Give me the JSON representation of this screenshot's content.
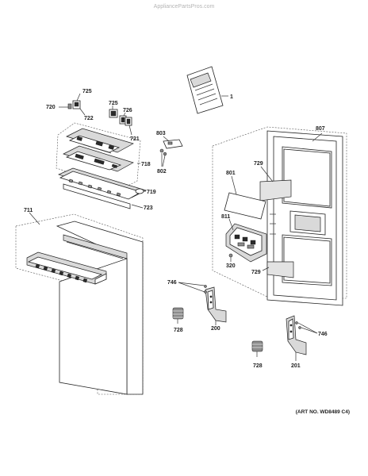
{
  "watermark": "AppliancePartsPros.com",
  "art_number": "(ART NO. WD8489 C4)",
  "callouts": [
    "1",
    "725",
    "720",
    "722",
    "725",
    "726",
    "721",
    "803",
    "807",
    "718",
    "802",
    "719",
    "723",
    "711",
    "801",
    "729",
    "811",
    "320",
    "729",
    "746",
    "200",
    "728",
    "746",
    "201",
    "728"
  ]
}
